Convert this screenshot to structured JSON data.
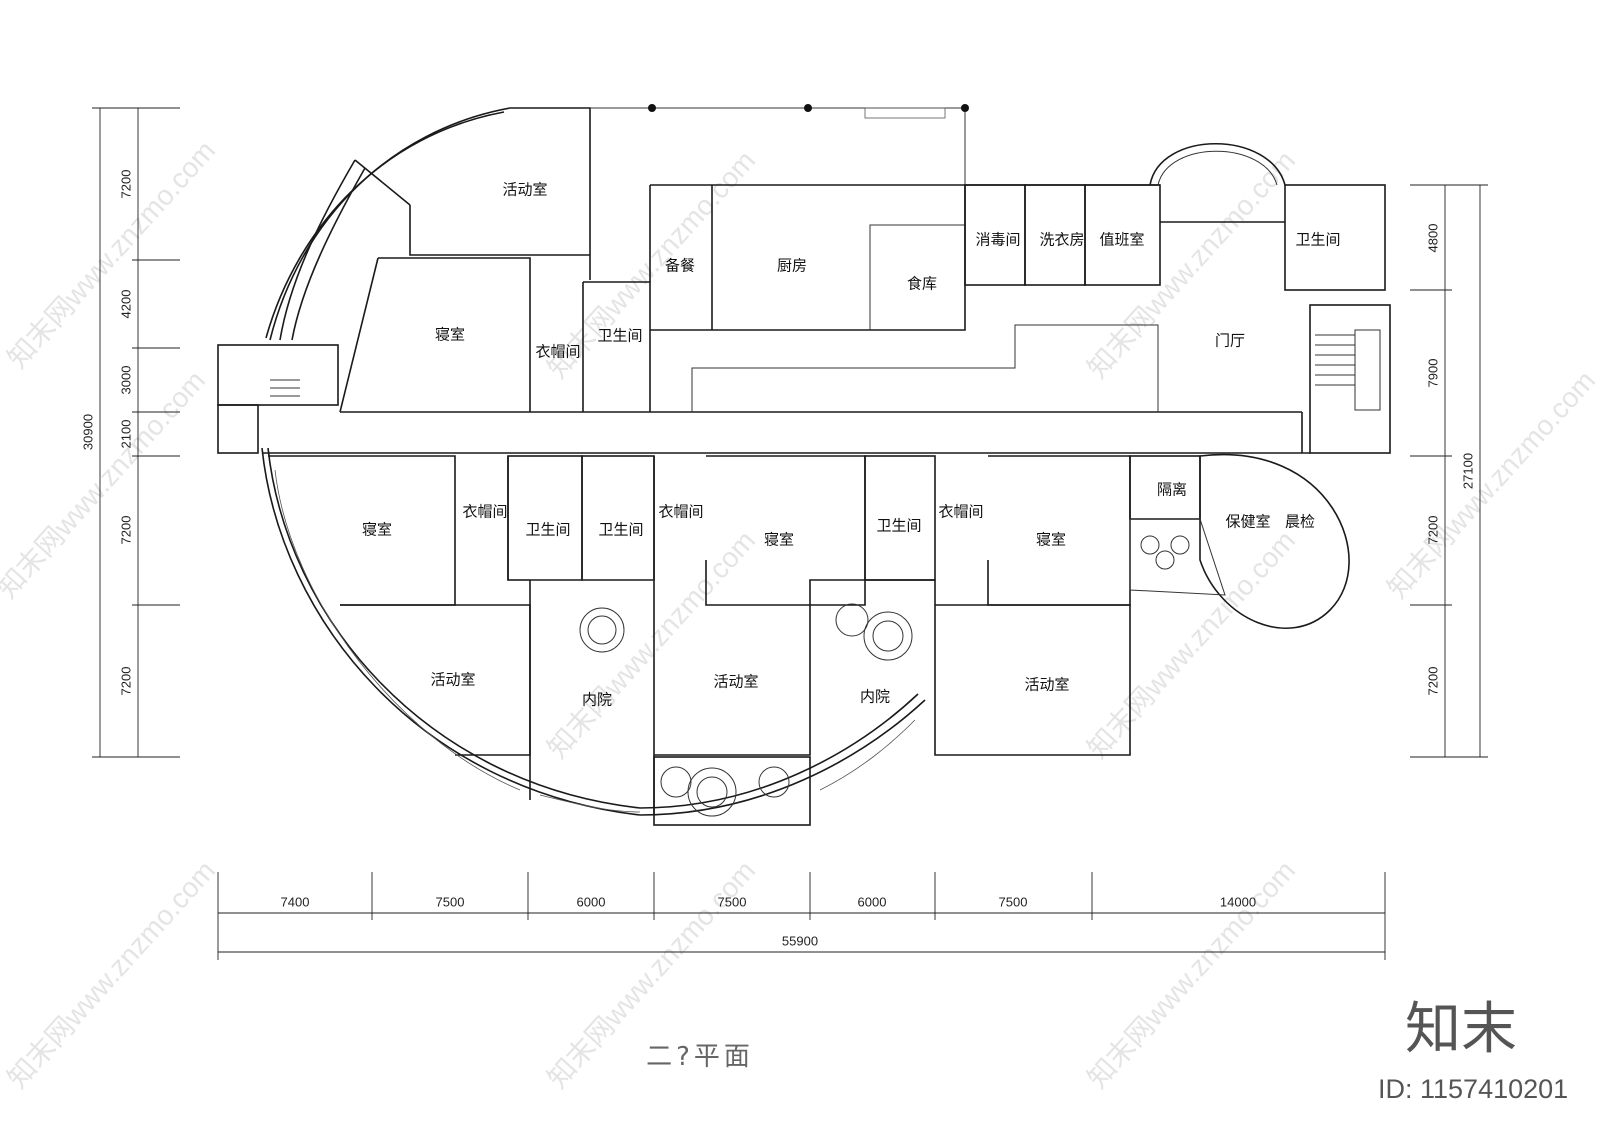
{
  "title": "二?平面",
  "rooms": {
    "activity_nw": "活动室",
    "bedroom_nw": "寝室",
    "cloak_nw": "衣帽间",
    "wc_nw": "卫生间",
    "serving": "备餐",
    "kitchen": "厨房",
    "storage": "食库",
    "disinfect": "消毒间",
    "laundry": "洗衣房",
    "duty": "值班室",
    "wc_ne": "卫生间",
    "lobby": "门厅",
    "bedroom_sw": "寝室",
    "cloak_sw": "衣帽间",
    "wc_s1": "卫生间",
    "wc_s2": "卫生间",
    "cloak_s2": "衣帽间",
    "bedroom_s2": "寝室",
    "wc_s3": "卫生间",
    "cloak_s3": "衣帽间",
    "bedroom_s3": "寝室",
    "isolation": "隔离",
    "health": "保健室",
    "checkup": "晨检",
    "activity_sw": "活动室",
    "courtyard_1": "内院",
    "activity_s2": "活动室",
    "courtyard_2": "内院",
    "activity_s3": "活动室"
  },
  "dimensions": {
    "left": [
      "7200",
      "4200",
      "3000",
      "2100",
      "7200",
      "7200"
    ],
    "left_total": "30900",
    "right": [
      "4800",
      "7900",
      "7200",
      "7200"
    ],
    "right_total": "27100",
    "bottom": [
      "7400",
      "7500",
      "6000",
      "7500",
      "6000",
      "7500",
      "14000"
    ],
    "bottom_total": "55900"
  },
  "watermarks": [
    "知末网www.znzmo.com"
  ],
  "brand": {
    "logo_text": "知末",
    "id_text": "ID: 1157410201"
  }
}
